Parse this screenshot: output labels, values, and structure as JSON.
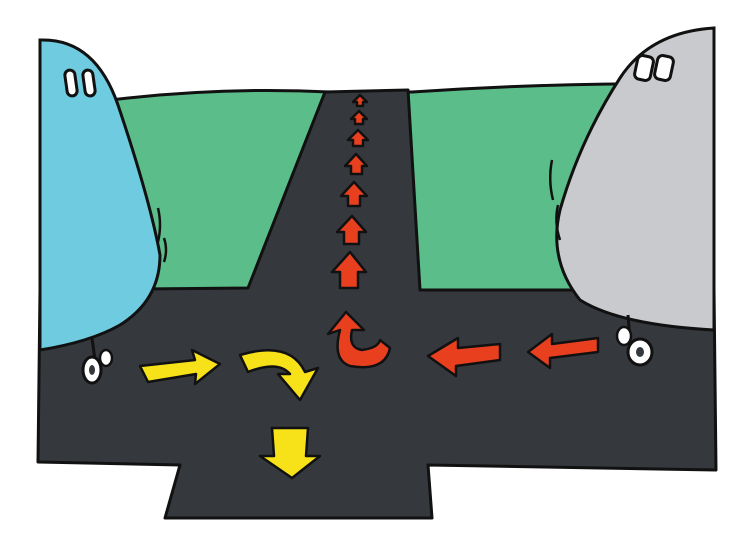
{
  "scene": {
    "description_free": true,
    "colors": {
      "background": "#ffffff",
      "grass": "#5bbd8a",
      "tarmac": "#35383d",
      "outline": "#111111",
      "plane_left": "#6ecbe0",
      "plane_right": "#c9cacd",
      "arrow_left_group": "#f7e21a",
      "arrow_right_group": "#e8401f",
      "wheel": "#ffffff"
    },
    "icons": {
      "left_plane": "airplane-nose-icon",
      "right_plane": "airplane-nose-icon",
      "yellow_arrows": [
        "arrow-right-icon",
        "arrow-turn-right-down-icon",
        "arrow-down-icon"
      ],
      "red_arrows": [
        "arrow-left-icon",
        "arrow-left-icon",
        "arrow-turn-up-icon",
        "arrow-up-icon"
      ]
    },
    "arrow_counts": {
      "yellow": 3,
      "red_horizontal": 2,
      "red_turn": 1,
      "red_vertical": 7
    }
  }
}
